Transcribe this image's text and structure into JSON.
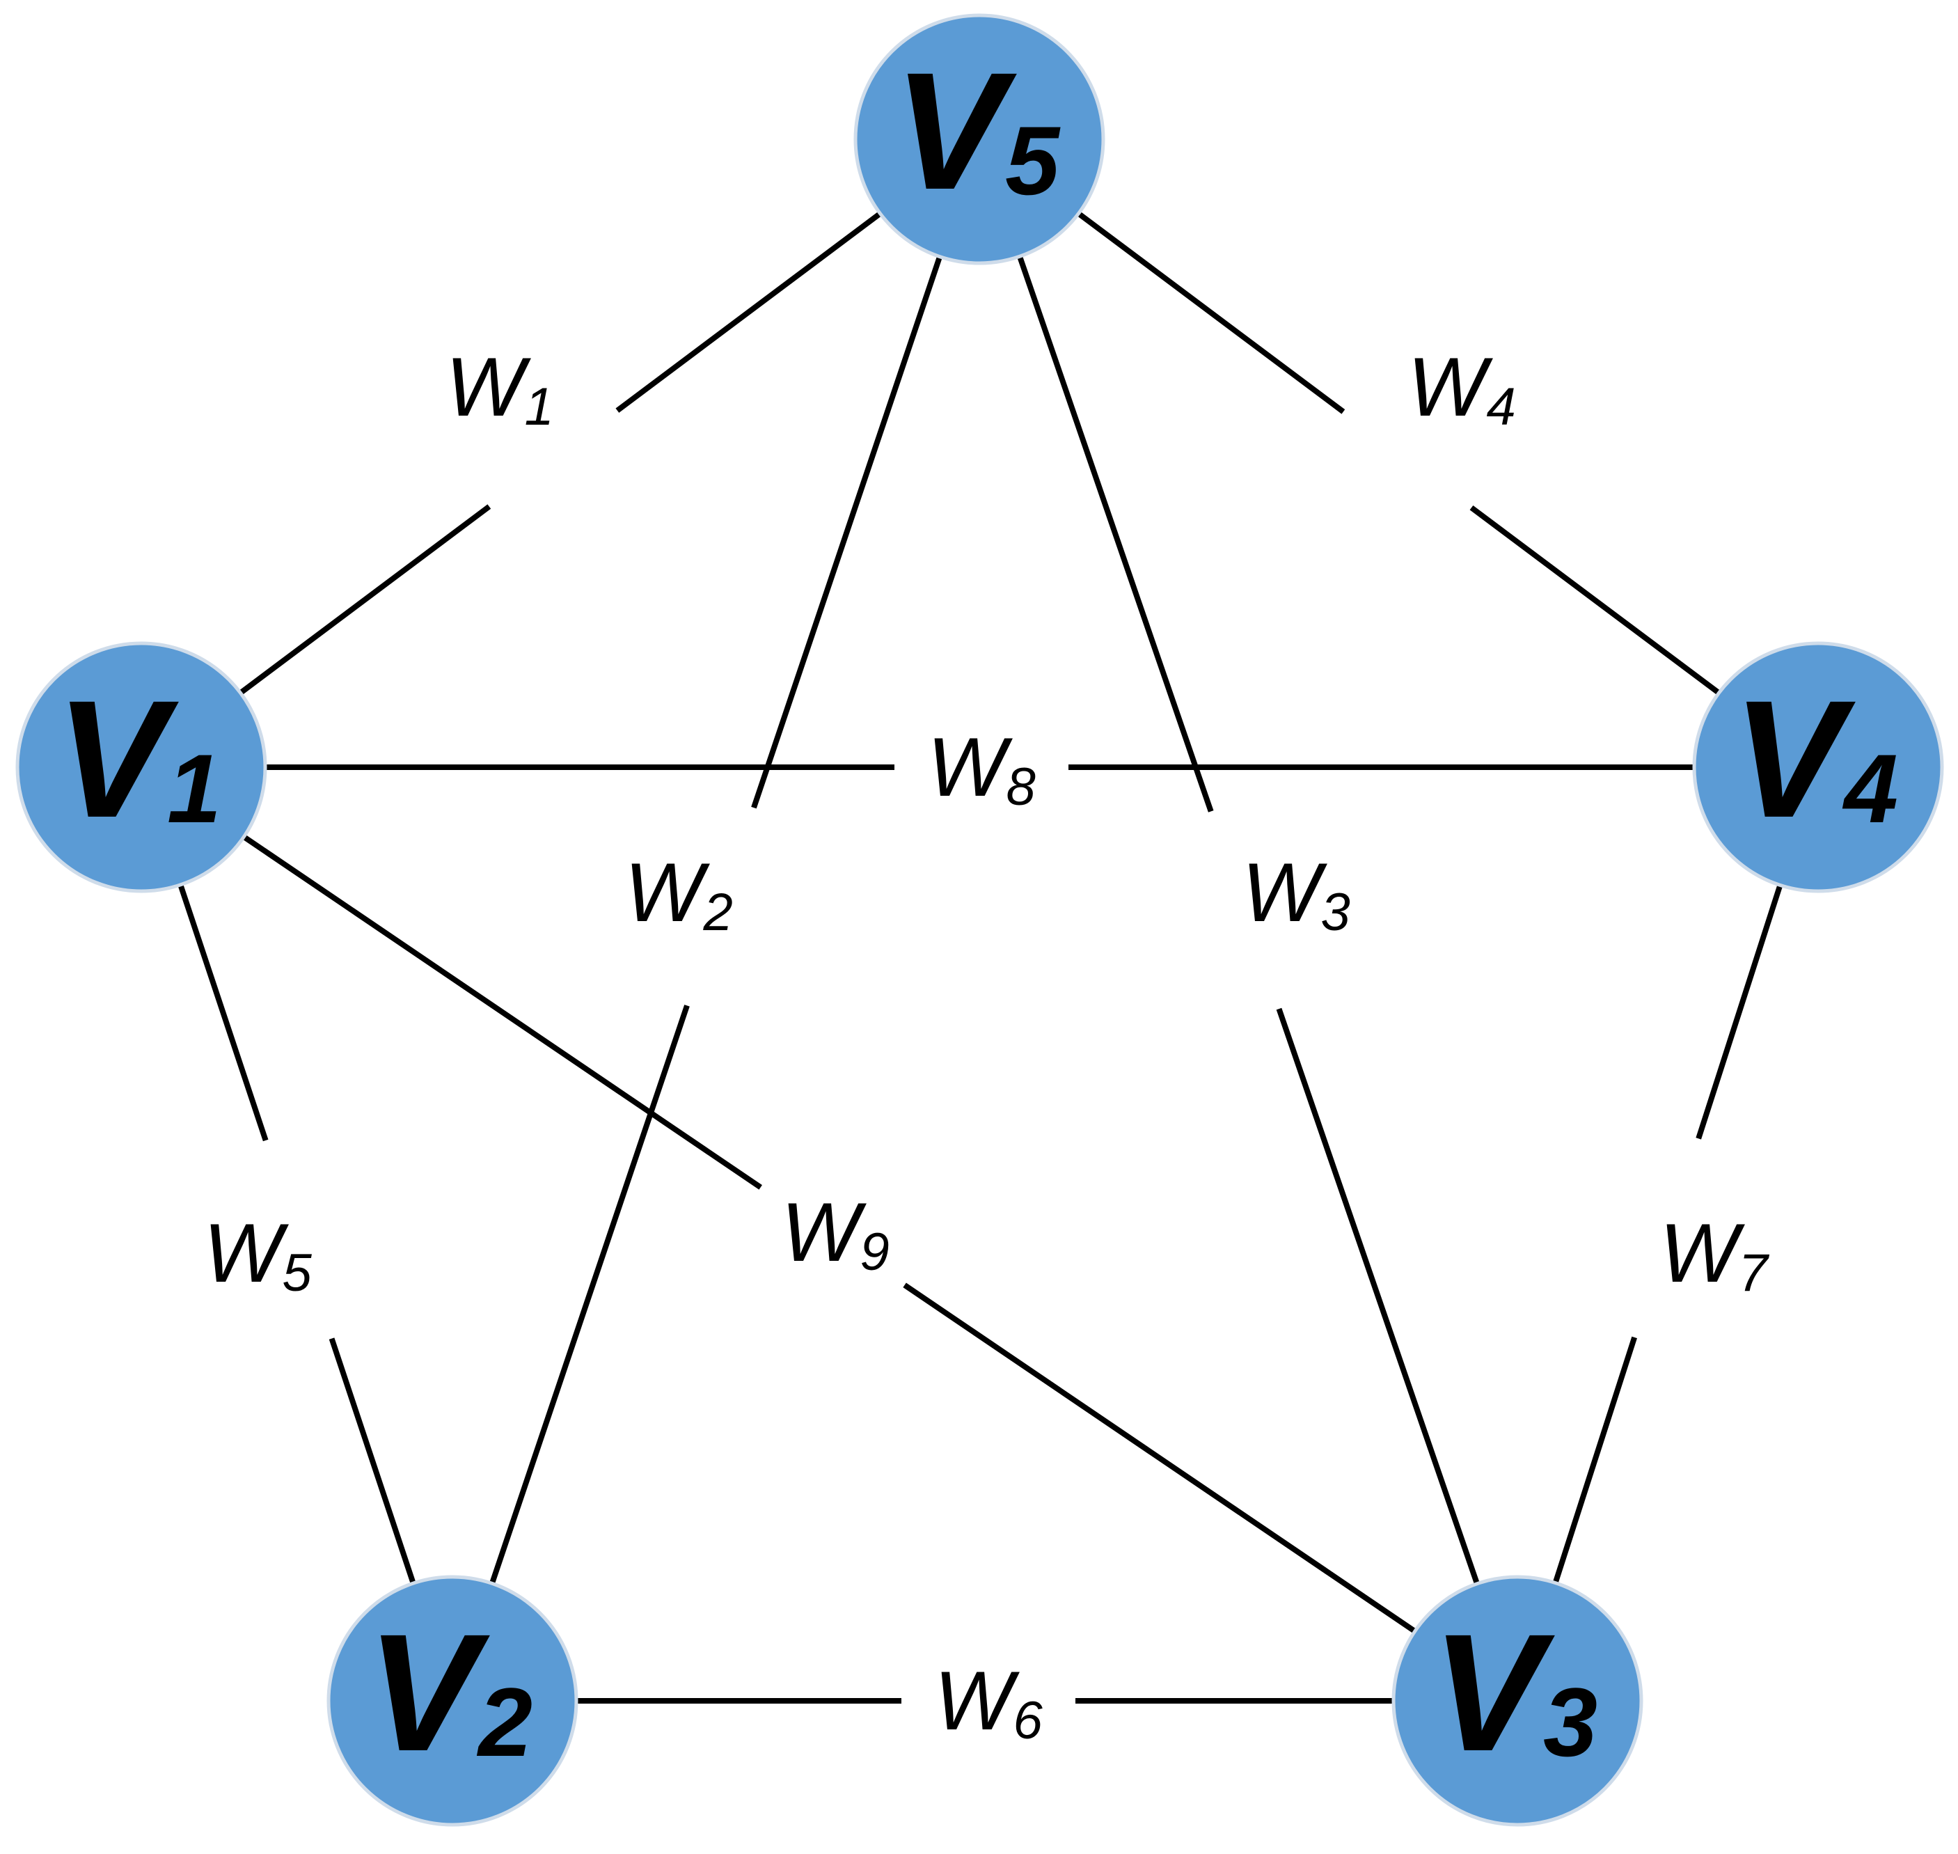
{
  "graph": {
    "node_color": "#5b9bd5",
    "edge_color": "#000000",
    "nodes": [
      {
        "id": "v1",
        "letter": "V",
        "sub": "1"
      },
      {
        "id": "v2",
        "letter": "V",
        "sub": "2"
      },
      {
        "id": "v3",
        "letter": "V",
        "sub": "3"
      },
      {
        "id": "v4",
        "letter": "V",
        "sub": "4"
      },
      {
        "id": "v5",
        "letter": "V",
        "sub": "5"
      }
    ],
    "edges": [
      {
        "id": "e1",
        "from": "v1",
        "to": "v5",
        "letter": "W",
        "sub": "1"
      },
      {
        "id": "e2",
        "from": "v2",
        "to": "v5",
        "letter": "W",
        "sub": "2"
      },
      {
        "id": "e3",
        "from": "v3",
        "to": "v5",
        "letter": "W",
        "sub": "3"
      },
      {
        "id": "e4",
        "from": "v4",
        "to": "v5",
        "letter": "W",
        "sub": "4"
      },
      {
        "id": "e5",
        "from": "v1",
        "to": "v2",
        "letter": "W",
        "sub": "5"
      },
      {
        "id": "e6",
        "from": "v2",
        "to": "v3",
        "letter": "W",
        "sub": "6"
      },
      {
        "id": "e7",
        "from": "v3",
        "to": "v4",
        "letter": "W",
        "sub": "7"
      },
      {
        "id": "e8",
        "from": "v1",
        "to": "v4",
        "letter": "W",
        "sub": "8"
      },
      {
        "id": "e9",
        "from": "v1",
        "to": "v3",
        "letter": "W",
        "sub": "9"
      }
    ]
  }
}
